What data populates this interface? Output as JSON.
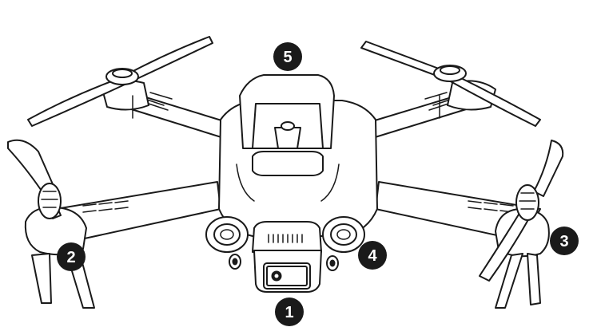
{
  "diagram": {
    "subject": "drone-front-view",
    "line_color": "#1a1a1a",
    "callout_color": "#1a1a1a",
    "callout_text_color": "#ffffff",
    "callouts": [
      {
        "id": "c1",
        "label": "1"
      },
      {
        "id": "c2",
        "label": "2"
      },
      {
        "id": "c3",
        "label": "3"
      },
      {
        "id": "c4",
        "label": "4"
      },
      {
        "id": "c5",
        "label": "5"
      }
    ]
  }
}
